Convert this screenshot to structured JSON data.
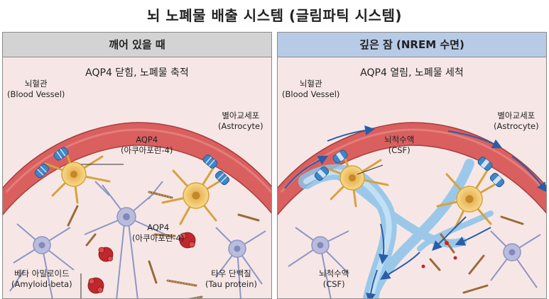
{
  "title": "뇌 노폐물 배출 시스템 (글림파틱 시스템)",
  "awake": {
    "header": "깨어 있을 때",
    "subtitle": "AQP4 닫힘, 노폐물 축적",
    "labels": {
      "blood_vessel": [
        "뇌혈관",
        "(Blood Vessel)"
      ],
      "astrocyte": [
        "별아교세포",
        "(Astrocyte)"
      ],
      "aqp4_top": [
        "AQP4",
        "(아쿠아포린-4)"
      ],
      "aqp4_bottom": [
        "AQP4",
        "(아쿠아포린-4)"
      ],
      "amyloid": [
        "베타 아밀로이드",
        "(Amyloid-beta)"
      ],
      "tau": [
        "타우 단백질",
        "(Tau protein)"
      ]
    }
  },
  "sleep": {
    "header": "깊은 잠 (NREM 수면)",
    "subtitle": "AQP4 열림, 노폐물 세척",
    "labels": {
      "blood_vessel": [
        "뇌혈관",
        "(Blood Vessel)"
      ],
      "astrocyte": [
        "별아교세포",
        "(Astrocyte)"
      ],
      "csf_top": [
        "뇌척수액",
        "(CSF)"
      ],
      "csf_bottom": [
        "뇌척수액",
        "(CSF)"
      ]
    }
  },
  "colors": {
    "vessel": "#d9605f",
    "tissue": "#f6e7e6",
    "astrocyte": "#f2c96a",
    "neuron": "#b9bddb",
    "aqp4": "#3f86c8",
    "amyloid": "#c0282d",
    "tau": "#9a6a3a",
    "csf": "#8cc3ea",
    "arrow": "#2a5da8"
  }
}
